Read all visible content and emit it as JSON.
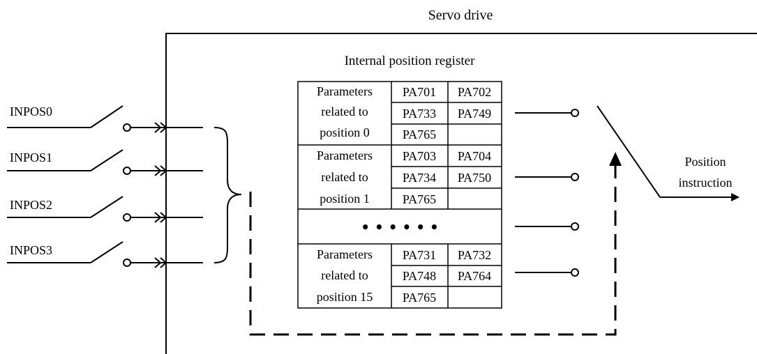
{
  "title": "Servo drive",
  "register_title": "Internal position register",
  "inputs": [
    {
      "label": "INPOS0"
    },
    {
      "label": "INPOS1"
    },
    {
      "label": "INPOS2"
    },
    {
      "label": "INPOS3"
    }
  ],
  "register_blocks": [
    {
      "desc": [
        "Parameters",
        "related to",
        "position 0"
      ],
      "params": [
        [
          "PA701",
          "PA702"
        ],
        [
          "PA733",
          "PA749"
        ],
        [
          "PA765",
          ""
        ]
      ]
    },
    {
      "desc": [
        "Parameters",
        "related to",
        "position 1"
      ],
      "params": [
        [
          "PA703",
          "PA704"
        ],
        [
          "PA734",
          "PA750"
        ],
        [
          "PA765",
          ""
        ]
      ]
    },
    {
      "desc": [
        "Parameters",
        "related to",
        "position 15"
      ],
      "params": [
        [
          "PA731",
          "PA732"
        ],
        [
          "PA748",
          "PA764"
        ],
        [
          "PA765",
          ""
        ]
      ]
    }
  ],
  "ellipsis": "• • • • • •",
  "output": [
    "Position",
    "instruction"
  ]
}
